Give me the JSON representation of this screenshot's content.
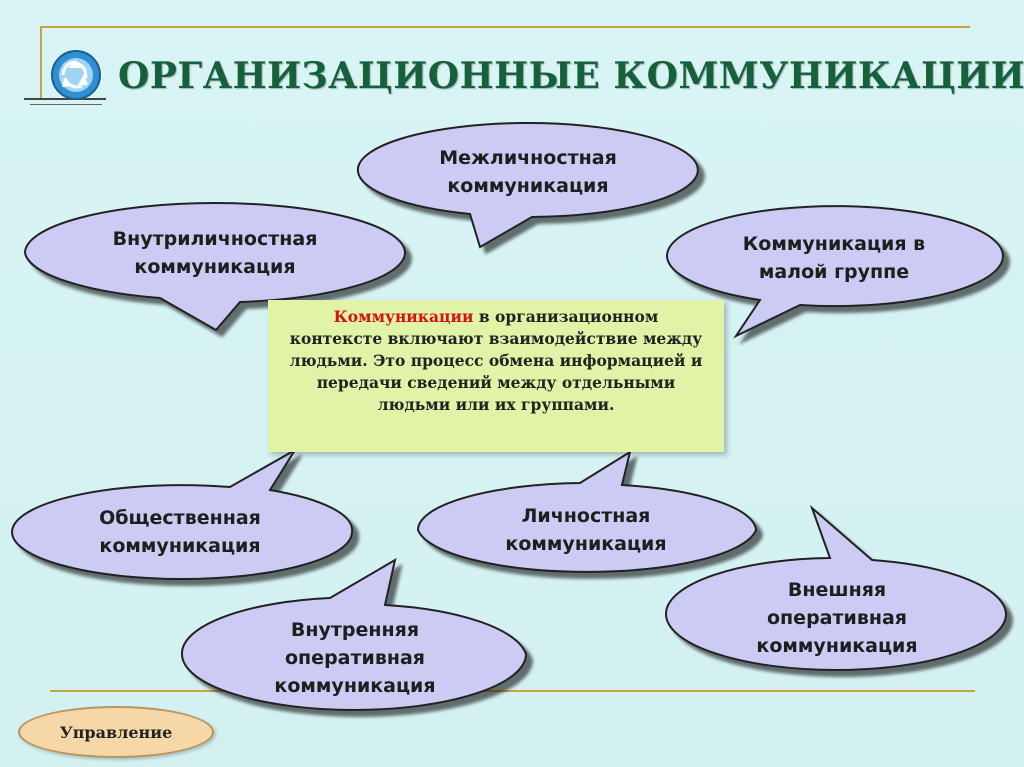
{
  "title": "ОРГАНИЗАЦИОННЫЕ КОММУНИКАЦИИ",
  "logo_icon": "recycle-icon",
  "definition": {
    "term": "Коммуникации",
    "text": " в организационном контексте включают взаимодействие между людьми. Это процесс обмена информацией и передачи сведений между отдельными людьми или их группами."
  },
  "bubbles": [
    {
      "id": "interpersonal",
      "label": "Межличностная\nкоммуникация"
    },
    {
      "id": "intrapersonal",
      "label": "Внутриличностная\nкоммуникация"
    },
    {
      "id": "small-group",
      "label": "Коммуникация в\nмалой группе"
    },
    {
      "id": "public",
      "label": "Общественная\nкоммуникация"
    },
    {
      "id": "personal",
      "label": "Личностная\nкоммуникация"
    },
    {
      "id": "internal-operational",
      "label": "Внутренняя\nоперативная\nкоммуникация"
    },
    {
      "id": "external-operational",
      "label": "Внешняя\nоперативная\nкоммуникация"
    }
  ],
  "footer": {
    "button_label": "Управление"
  },
  "colors": {
    "bubble_fill": "#cbcbf3",
    "bubble_stroke": "#222222",
    "title": "#16603b",
    "center_box": "#e1f3a6",
    "highlight": "#d41414",
    "accent_line": "#c9a243",
    "background": "#d7f3f3"
  }
}
